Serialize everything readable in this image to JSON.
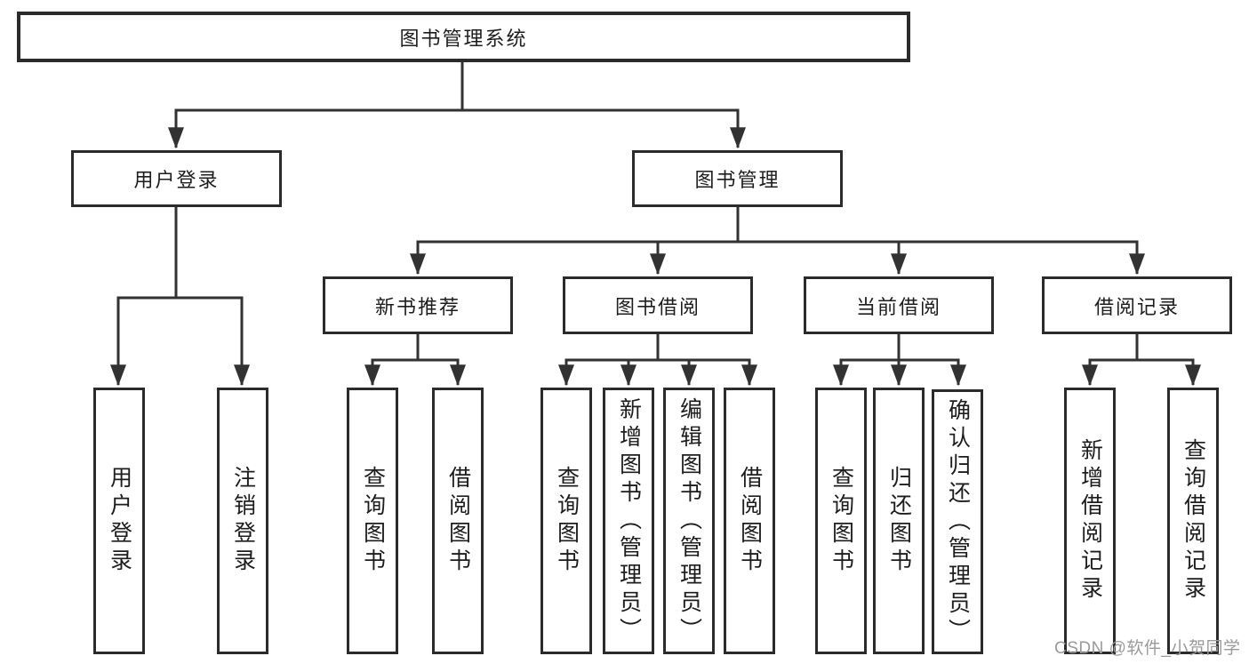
{
  "tree": {
    "root": "图书管理系统",
    "branches": [
      {
        "label": "用户登录",
        "leaves": [
          "用户登录",
          "注销登录"
        ]
      },
      {
        "label": "图书管理",
        "children": [
          {
            "label": "新书推荐",
            "leaves": [
              "查询图书",
              "借阅图书"
            ]
          },
          {
            "label": "图书借阅",
            "leaves": [
              "查询图书",
              "新增图书（管理员）",
              "编辑图书（管理员）",
              "借阅图书"
            ]
          },
          {
            "label": "当前借阅",
            "leaves": [
              "查询图书",
              "归还图书",
              "确认归还（管理员）"
            ]
          },
          {
            "label": "借阅记录",
            "leaves": [
              "新增借阅记录",
              "查询借阅记录"
            ]
          }
        ]
      }
    ]
  },
  "watermark": "CSDN @软件_小贺同学",
  "colors": {
    "line": "#323232",
    "box_border": "#2b2b2b",
    "text": "#1d1d1d",
    "watermark": "#9a9a9a",
    "background": "#ffffff"
  }
}
